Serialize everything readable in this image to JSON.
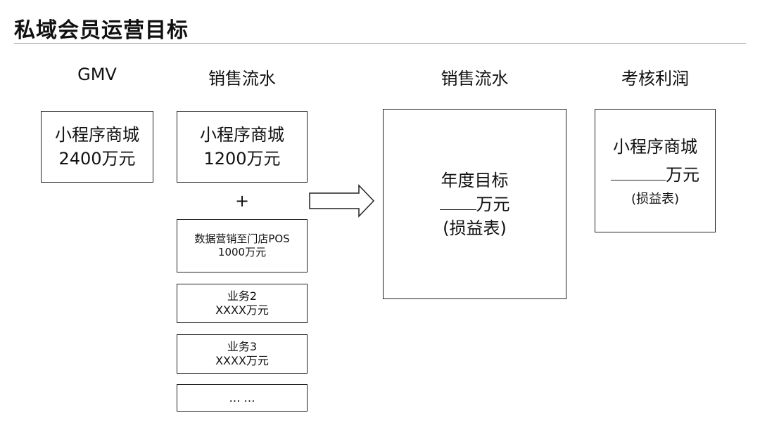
{
  "header": {
    "title": "私域会员运营目标"
  },
  "columns": {
    "gmv": "GMV",
    "sales": "销售流水",
    "sales_target": "销售流水",
    "profit": "考核利润"
  },
  "gmv_box": {
    "line1": "小程序商城",
    "line2": "2400万元"
  },
  "sales_items": [
    {
      "line1": "小程序商城",
      "line2": "1200万元"
    },
    {
      "line1": "数据营销至门店POS",
      "line2": "1000万元"
    },
    {
      "line1": "业务2",
      "line2": "XXXX万元"
    },
    {
      "line1": "业务3",
      "line2": "XXXX万元"
    },
    {
      "line1": "… …"
    }
  ],
  "plus_sign": "+",
  "annual_target": {
    "line1": "年度目标",
    "line2": "万元",
    "line3": "(损益表)"
  },
  "profit_box": {
    "line1": "小程序商城",
    "line2": "万元",
    "line3": "(损益表)"
  }
}
